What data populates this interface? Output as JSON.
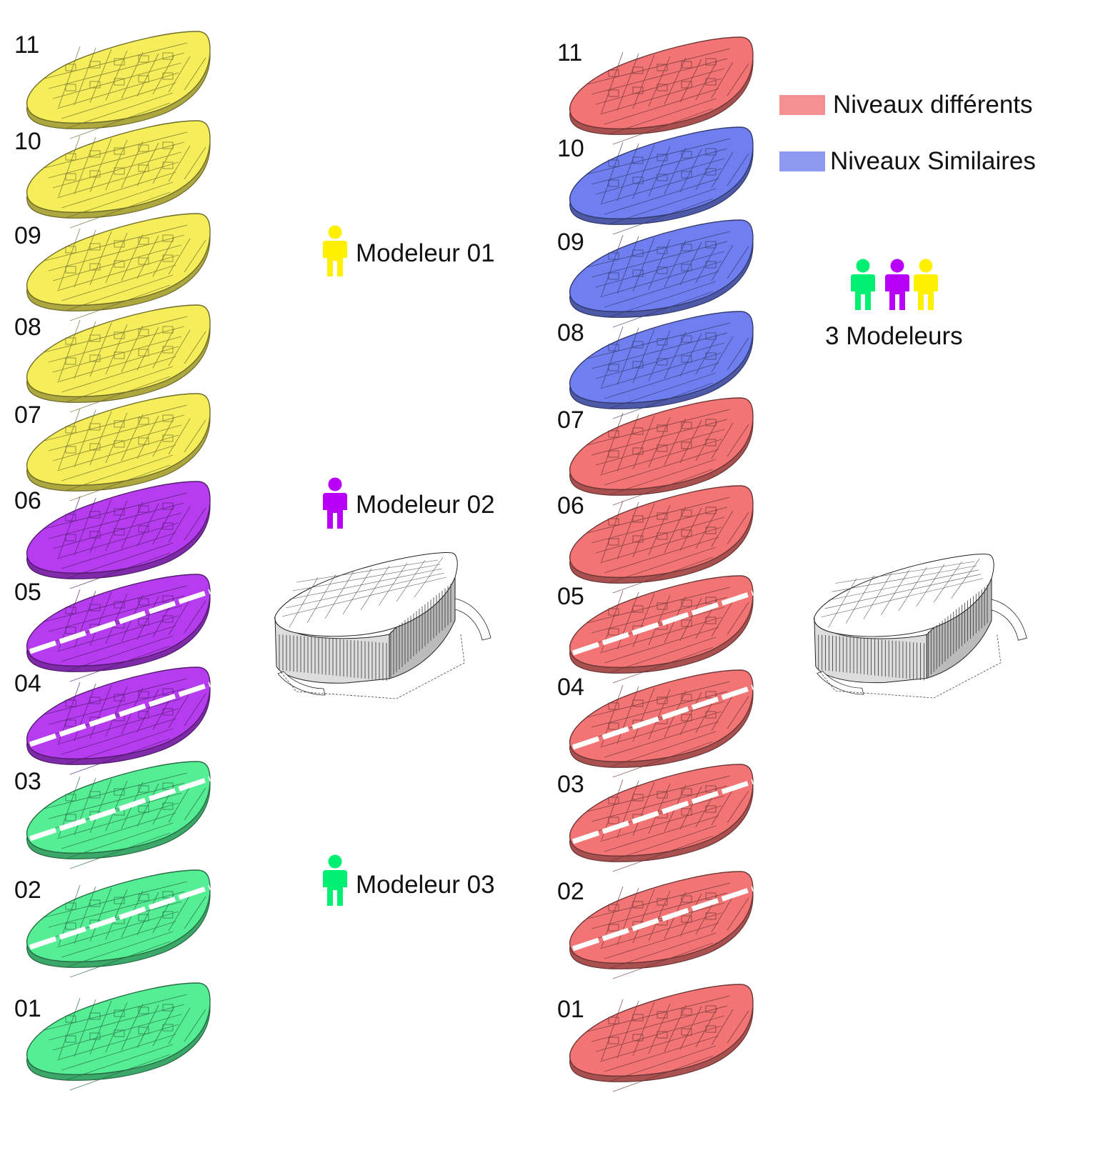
{
  "colors": {
    "modeler_01": "#f5ee5a",
    "modeler_02": "#b63cf0",
    "modeler_03": "#55ee95",
    "different": "#f27474",
    "similar": "#6f7ff0",
    "different_fill": "#f49090",
    "similar_fill": "#8c99ee",
    "icon_green": "#00f074",
    "icon_purple": "#b800f8",
    "icon_yellow": "#fff000"
  },
  "left_column": {
    "floors": [
      {
        "label": "11",
        "modeler": "modeler_01"
      },
      {
        "label": "10",
        "modeler": "modeler_01"
      },
      {
        "label": "09",
        "modeler": "modeler_01"
      },
      {
        "label": "08",
        "modeler": "modeler_01"
      },
      {
        "label": "07",
        "modeler": "modeler_01"
      },
      {
        "label": "06",
        "modeler": "modeler_02"
      },
      {
        "label": "05",
        "modeler": "modeler_02"
      },
      {
        "label": "04",
        "modeler": "modeler_02"
      },
      {
        "label": "03",
        "modeler": "modeler_03"
      },
      {
        "label": "02",
        "modeler": "modeler_03"
      },
      {
        "label": "01",
        "modeler": "modeler_03"
      }
    ]
  },
  "modelers": [
    {
      "label": "Modeleur 01",
      "icon": "person-icon",
      "color_key": "icon_yellow"
    },
    {
      "label": "Modeleur 02",
      "icon": "person-icon",
      "color_key": "icon_purple"
    },
    {
      "label": "Modeleur 03",
      "icon": "person-icon",
      "color_key": "icon_green"
    }
  ],
  "right_column": {
    "floors": [
      {
        "label": "11",
        "category": "different"
      },
      {
        "label": "10",
        "category": "similar"
      },
      {
        "label": "09",
        "category": "similar"
      },
      {
        "label": "08",
        "category": "similar"
      },
      {
        "label": "07",
        "category": "different"
      },
      {
        "label": "06",
        "category": "different"
      },
      {
        "label": "05",
        "category": "different"
      },
      {
        "label": "04",
        "category": "different"
      },
      {
        "label": "03",
        "category": "different"
      },
      {
        "label": "02",
        "category": "different"
      },
      {
        "label": "01",
        "category": "different"
      }
    ]
  },
  "legend": {
    "different_label": "Niveaux différents",
    "similar_label": "Niveaux Similaires"
  },
  "team": {
    "label": "3 Modeleurs",
    "icons": [
      "icon_green",
      "icon_purple",
      "icon_yellow"
    ]
  },
  "building_views": [
    "building-3d-view-left",
    "building-3d-view-right"
  ]
}
